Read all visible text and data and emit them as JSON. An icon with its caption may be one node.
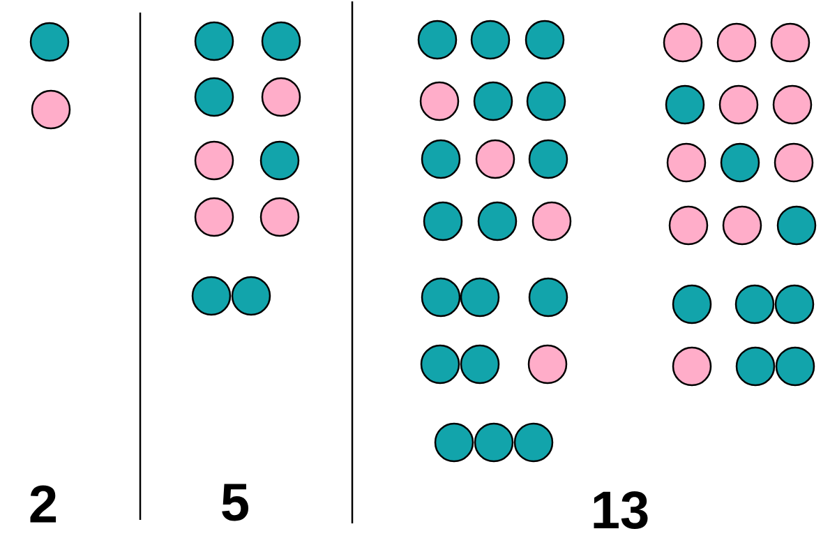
{
  "diagram": {
    "labels": [
      "2",
      "5",
      "13"
    ]
  }
}
